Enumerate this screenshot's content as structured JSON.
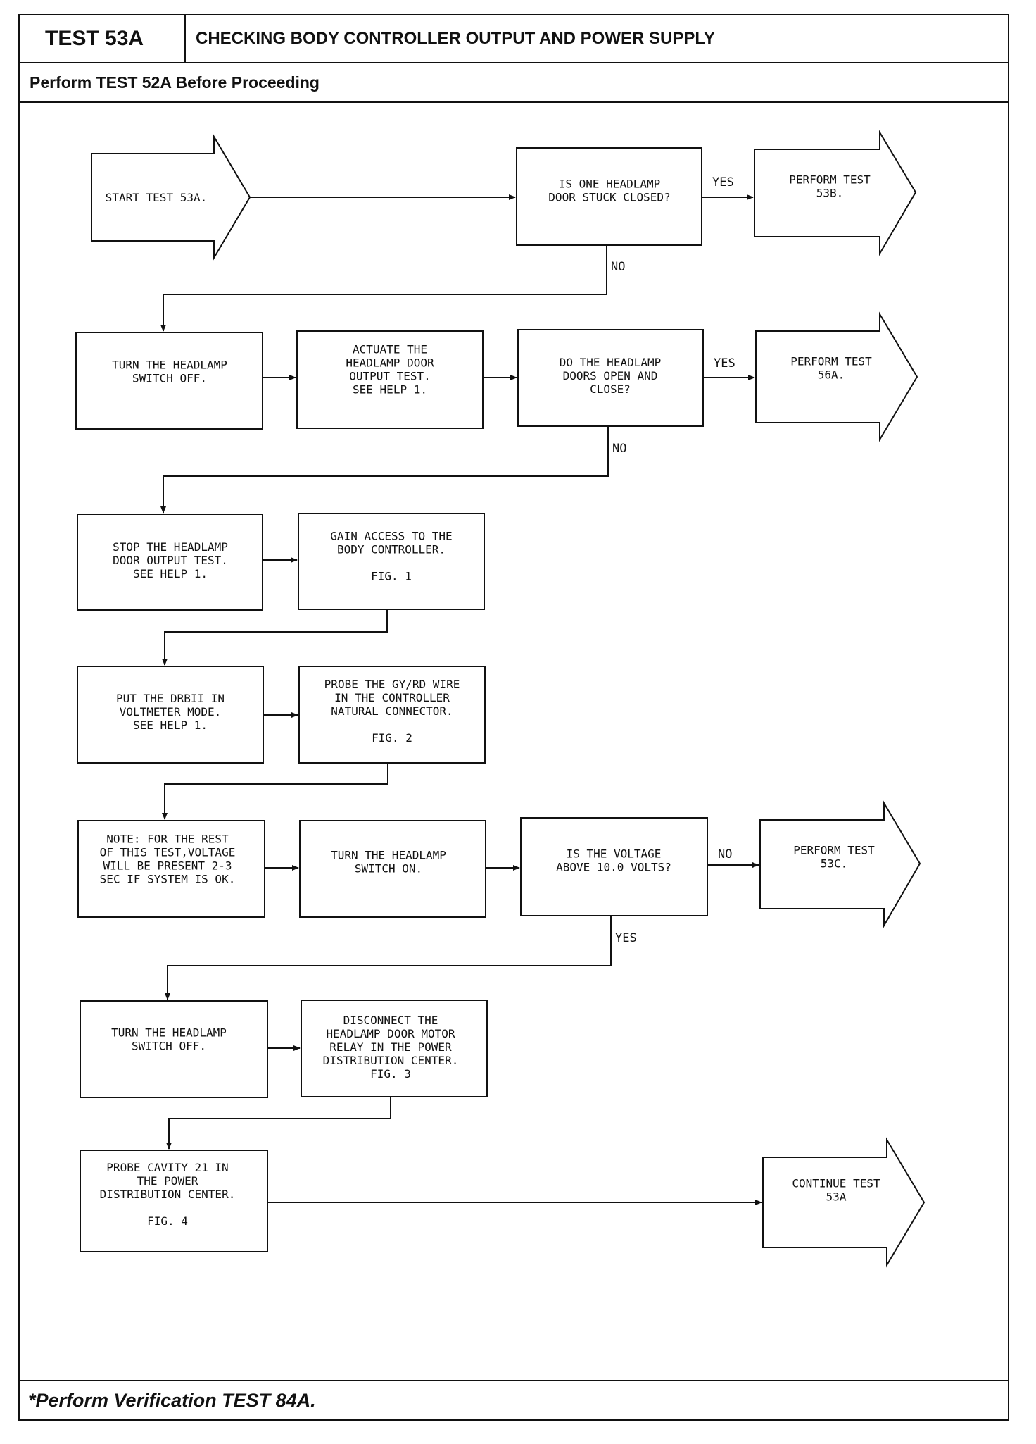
{
  "header": {
    "test_id": "TEST 53A",
    "title": "CHECKING BODY CONTROLLER OUTPUT AND POWER SUPPLY",
    "prerequisite": "Perform TEST 52A Before Proceeding"
  },
  "footer": {
    "verification": "*Perform Verification TEST 84A."
  },
  "flow": {
    "start": [
      "START TEST 53A."
    ],
    "q_stuck": [
      "IS ONE HEADLAMP",
      "DOOR STUCK CLOSED?"
    ],
    "perform_53b": [
      "PERFORM TEST",
      "53B."
    ],
    "turn_off_1": [
      "TURN THE HEADLAMP",
      "SWITCH OFF."
    ],
    "actuate": [
      "ACTUATE THE",
      "HEADLAMP DOOR",
      "OUTPUT TEST.",
      "SEE HELP 1."
    ],
    "q_open_close": [
      "DO THE HEADLAMP",
      "DOORS OPEN AND",
      "CLOSE?"
    ],
    "perform_56a": [
      "PERFORM TEST",
      "56A."
    ],
    "stop_test": [
      "STOP THE HEADLAMP",
      "DOOR OUTPUT TEST.",
      "SEE HELP 1."
    ],
    "gain_access": [
      "GAIN ACCESS TO THE",
      "BODY CONTROLLER.",
      "",
      "FIG. 1"
    ],
    "put_drb": [
      "PUT THE DRBII IN",
      "VOLTMETER MODE.",
      "SEE HELP 1."
    ],
    "probe_gy": [
      "PROBE THE GY/RD WIRE",
      "IN THE CONTROLLER",
      "NATURAL CONNECTOR.",
      "",
      "FIG. 2"
    ],
    "note": [
      "NOTE:  FOR THE REST",
      "OF THIS TEST,VOLTAGE",
      "WILL BE PRESENT 2-3",
      "SEC IF SYSTEM IS OK."
    ],
    "turn_on": [
      "TURN THE HEADLAMP",
      "SWITCH ON."
    ],
    "q_voltage": [
      "IS THE VOLTAGE",
      "ABOVE 10.0 VOLTS?"
    ],
    "perform_53c": [
      "PERFORM TEST",
      "53C."
    ],
    "turn_off_2": [
      "TURN THE HEADLAMP",
      "SWITCH OFF."
    ],
    "disconnect": [
      "DISCONNECT THE",
      "HEADLAMP DOOR MOTOR",
      "RELAY IN THE POWER",
      "DISTRIBUTION CENTER.",
      "FIG. 3"
    ],
    "probe_cavity": [
      "PROBE CAVITY 21 IN",
      "THE POWER",
      "DISTRIBUTION CENTER.",
      "",
      "FIG. 4"
    ],
    "continue": [
      "CONTINUE TEST",
      "53A"
    ],
    "labels": {
      "yes_1": "YES",
      "no_1": "NO",
      "yes_2": "YES",
      "no_2": "NO",
      "no_3": "NO",
      "yes_3": "YES"
    }
  }
}
